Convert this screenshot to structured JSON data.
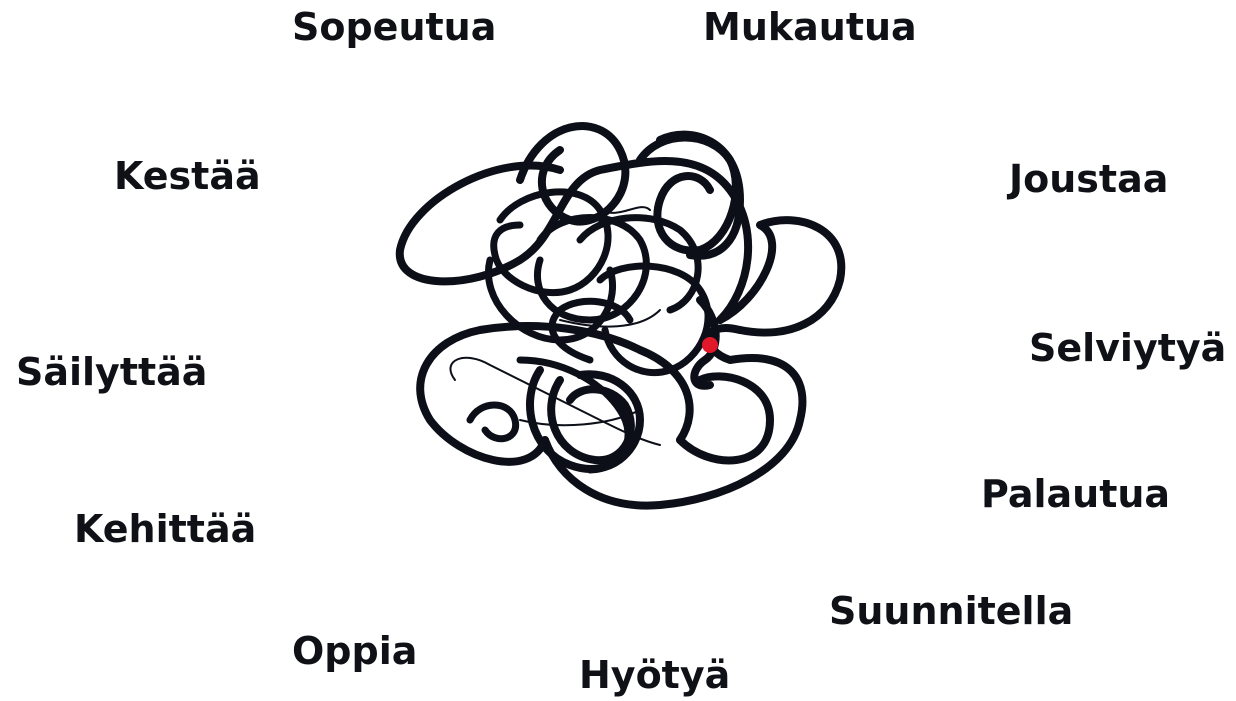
{
  "words": {
    "sopeutua": "Sopeutua",
    "mukautua": "Mukautua",
    "kestaa": "Kestää",
    "joustaa": "Joustaa",
    "sailyttaa": "Säilyttää",
    "selviytya": "Selviytyä",
    "kehittaa": "Kehittää",
    "palautua": "Palautua",
    "oppia": "Oppia",
    "suunnitella": "Suunnitella",
    "hyotya": "Hyötyä"
  },
  "tangle": {
    "line_color": "#0c0f18",
    "dot_color": "#e0182a",
    "icon": "tangled-thread"
  }
}
